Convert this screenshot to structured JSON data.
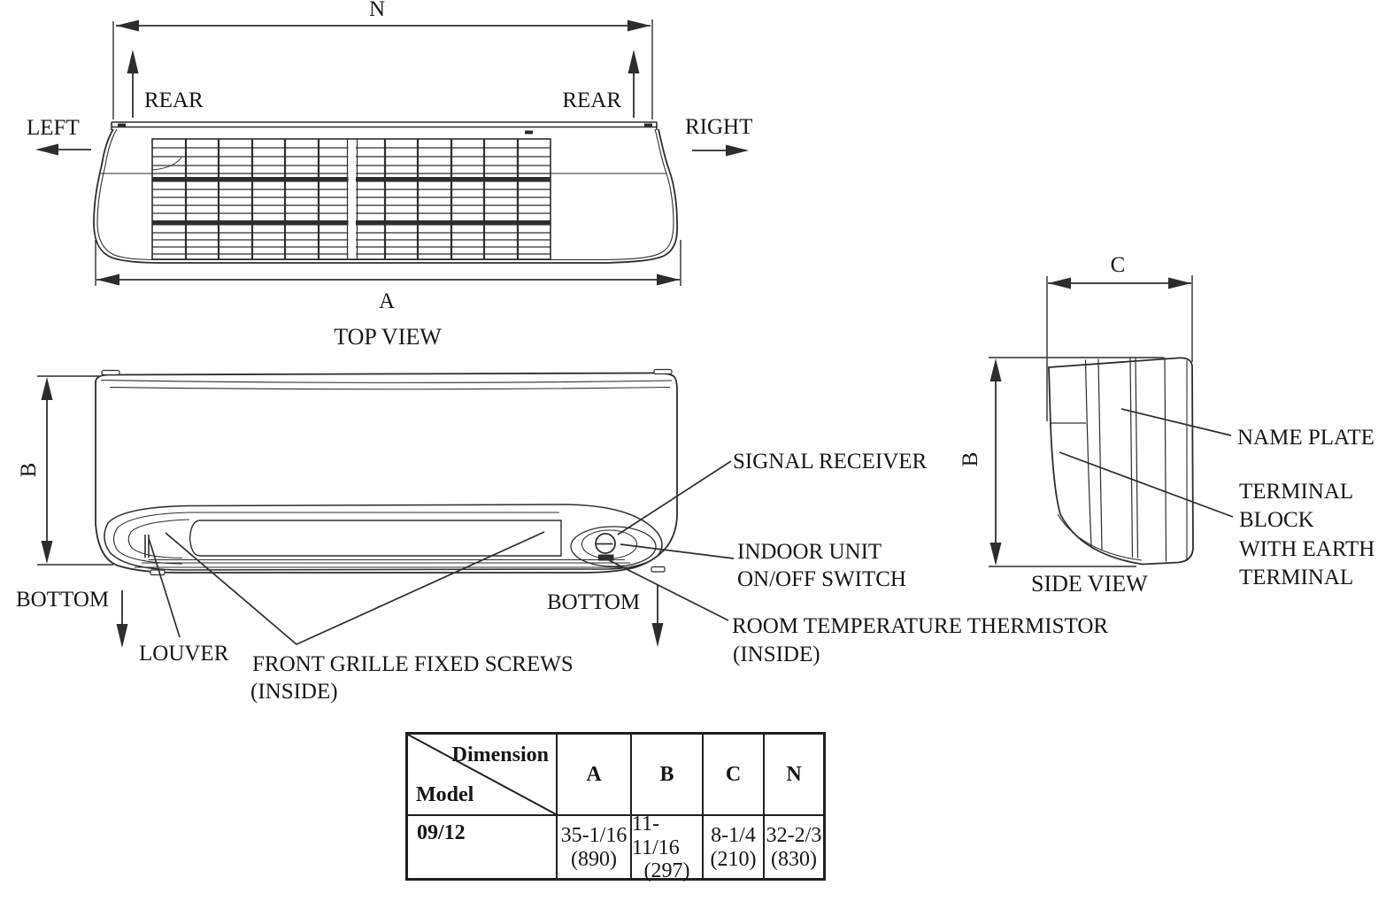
{
  "views": {
    "top": {
      "n": "N",
      "a": "A",
      "rear_left": "REAR",
      "rear_right": "REAR",
      "left": "LEFT",
      "right": "RIGHT",
      "caption": "TOP VIEW"
    },
    "front": {
      "b": "B",
      "bottom_left": "BOTTOM",
      "bottom_right": "BOTTOM",
      "louver": "LOUVER",
      "screws_line1": "FRONT GRILLE FIXED SCREWS",
      "screws_line2": "(INSIDE)",
      "signal_receiver": "SIGNAL RECEIVER",
      "switch_line1": "INDOOR UNIT",
      "switch_line2": "ON/OFF SWITCH",
      "thermistor_line1": "ROOM TEMPERATURE THERMISTOR",
      "thermistor_line2": "(INSIDE)"
    },
    "side": {
      "c": "C",
      "b": "B",
      "caption": "SIDE VIEW",
      "name_plate": "NAME PLATE",
      "terminal_line1": "TERMINAL",
      "terminal_line2": "BLOCK",
      "terminal_line3": "WITH EARTH",
      "terminal_line4": "TERMINAL"
    }
  },
  "table": {
    "corner": {
      "dimension": "Dimension",
      "model": "Model"
    },
    "columns": [
      "A",
      "B",
      "C",
      "N"
    ],
    "rows": [
      {
        "model": "09/12",
        "values": [
          {
            "inches": "35-1/16",
            "mm": "(890)"
          },
          {
            "inches": "11-11/16",
            "mm": "(297)"
          },
          {
            "inches": "8-1/4",
            "mm": "(210)"
          },
          {
            "inches": "32-2/3",
            "mm": "(830)"
          }
        ]
      }
    ]
  },
  "colors": {
    "line": "#2d2d2d",
    "text": "#161616",
    "background": "#ffffff"
  }
}
